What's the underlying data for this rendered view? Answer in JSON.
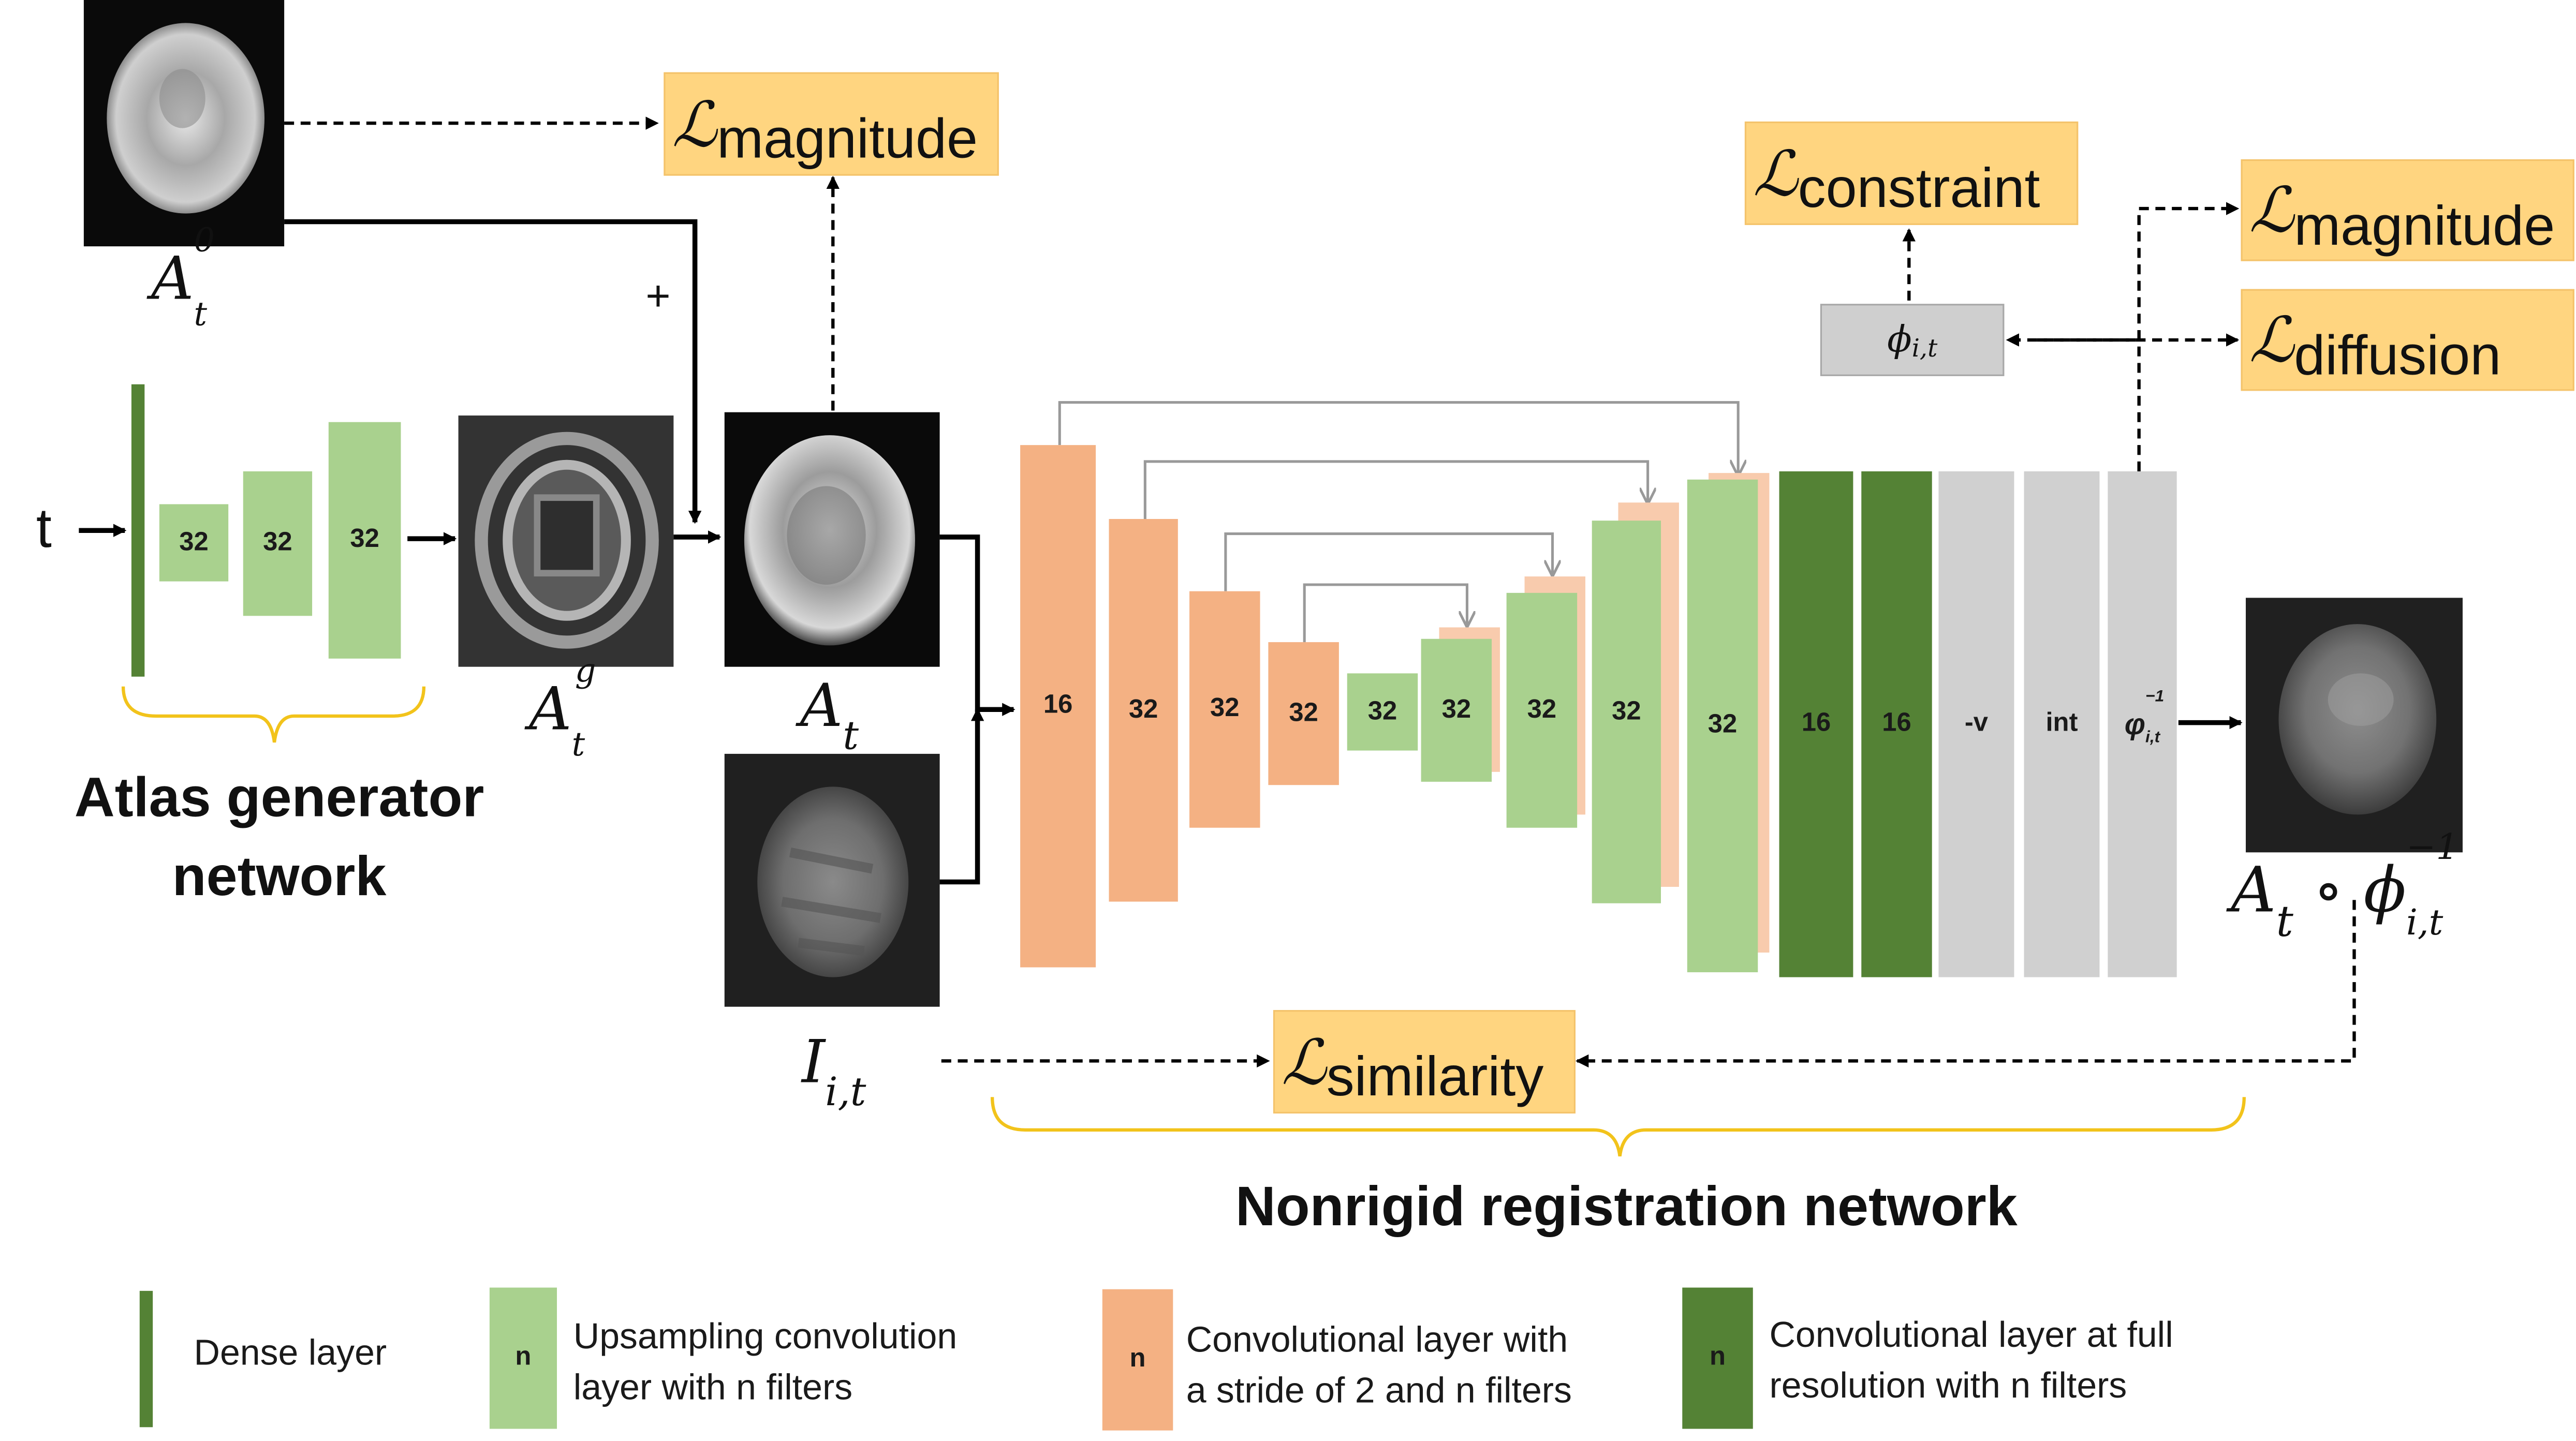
{
  "inputs": {
    "t_label": "t",
    "plus": "+"
  },
  "images": {
    "a0": {
      "label": "A",
      "sub": "t",
      "sup": "0"
    },
    "ag": {
      "label": "A",
      "sub": "t",
      "sup": "g"
    },
    "at": {
      "label": "A",
      "sub": "t"
    },
    "iit": {
      "label": "I",
      "sub": "i,t"
    },
    "warped": {
      "label": "A",
      "sub": "t",
      "op": " ∘ ",
      "phi": "ϕ",
      "phi_sub": "i,t",
      "phi_sup": "−1"
    }
  },
  "losses": {
    "magnitude_top": {
      "L": "ℒ",
      "sub": "magnitude"
    },
    "constraint": {
      "L": "ℒ",
      "sub": "constraint"
    },
    "magnitude_right": {
      "L": "ℒ",
      "sub": "magnitude"
    },
    "diffusion": {
      "L": "ℒ",
      "sub": "diffusion"
    },
    "similarity": {
      "L": "ℒ",
      "sub": "similarity"
    }
  },
  "phi_box": {
    "sym": "ϕ",
    "sub": "i,t"
  },
  "generator": {
    "blocks": [
      "32",
      "32",
      "32"
    ],
    "title": "Atlas generator network"
  },
  "registration": {
    "encoder": [
      "16",
      "32",
      "32",
      "32",
      "32"
    ],
    "decoder": [
      "32",
      "32",
      "32",
      "32"
    ],
    "full_res": [
      "16",
      "16"
    ],
    "neg_v": "-v",
    "int": "int",
    "out": {
      "sym": "φ",
      "sub": "i,t",
      "sup": "−1"
    },
    "title": "Nonrigid registration network"
  },
  "legend": {
    "n": "n",
    "dense": "Dense layer",
    "upsampling": [
      "Upsampling convolution",
      "layer with n filters"
    ],
    "stride": [
      "Convolutional layer with",
      "a stride of 2 and n filters"
    ],
    "fullres": [
      "Convolutional layer at full",
      "resolution with n filters"
    ]
  },
  "colors": {
    "light_green": "#a9d18e",
    "orange": "#f4b183",
    "dark_green": "#548235",
    "gray": "#d0d0d0",
    "loss_yellow": "#ffd580",
    "brace": "#f2c31b"
  }
}
